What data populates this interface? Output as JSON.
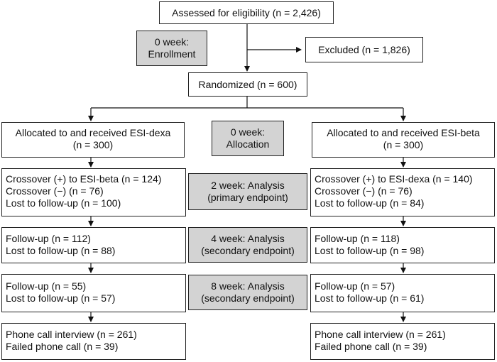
{
  "top": {
    "assessed": "Assessed for eligibility (n = 2,426)",
    "excluded": "Excluded (n = 1,826)",
    "randomized": "Randomized (n = 600)"
  },
  "phases": {
    "enrollment": [
      "0 week:",
      "Enrollment"
    ],
    "allocation": [
      "0 week:",
      "Allocation"
    ],
    "analysis_2wk": [
      "2 week: Analysis",
      "(primary endpoint)"
    ],
    "analysis_4wk": [
      "4 week: Analysis",
      "(secondary endpoint)"
    ],
    "analysis_8wk": [
      "8 week: Analysis",
      "(secondary endpoint)"
    ]
  },
  "left_arm": {
    "allocated": [
      "Allocated to and received ESI-dexa",
      "(n = 300)"
    ],
    "week2": [
      "Crossover (+) to ESI-beta (n = 124)",
      "Crossover (−) (n = 76)",
      "Lost to follow-up (n = 100)"
    ],
    "week4": [
      "Follow-up (n = 112)",
      "Lost to follow-up (n = 88)"
    ],
    "week8": [
      "Follow-up (n = 55)",
      "Lost to follow-up (n = 57)"
    ],
    "phone": [
      "Phone call interview (n = 261)",
      "Failed phone call (n = 39)"
    ]
  },
  "right_arm": {
    "allocated": [
      "Allocated to and received ESI-beta",
      "(n = 300)"
    ],
    "week2": [
      "Crossover (+) to ESI-dexa (n = 140)",
      "Crossover (−) (n = 76)",
      "Lost to follow-up (n = 84)"
    ],
    "week4": [
      "Follow-up (n = 118)",
      "Lost to follow-up (n = 98)"
    ],
    "week8": [
      "Follow-up (n = 57)",
      "Lost to follow-up (n = 61)"
    ],
    "phone": [
      "Phone call interview (n = 261)",
      "Failed phone call (n = 39)"
    ]
  }
}
